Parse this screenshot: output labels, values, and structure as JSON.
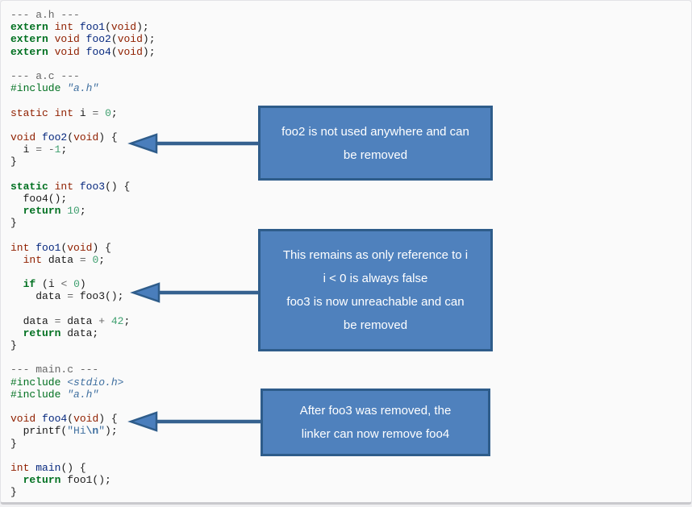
{
  "colors": {
    "callout_fill": "#4f81bd",
    "callout_border": "#2e5c8a",
    "arrow_shaft": "#35618f",
    "arrow_head_fill": "#4a7ebc",
    "arrow_head_border": "#2e5c8a",
    "code_comment": "#666666",
    "code_keyword": "#007020",
    "code_type": "#902000",
    "code_function": "#06287e",
    "code_number": "#40a070",
    "code_string": "#4070a0",
    "code_operator": "#666666",
    "code_plain": "#1a1a1a"
  },
  "callouts": [
    {
      "text": "foo2 is not used anywhere and can\nbe removed"
    },
    {
      "text": "This remains as only reference to i\ni < 0 is always false\nfoo3 is now unreachable and can\nbe removed"
    },
    {
      "text": "After foo3 was removed, the\nlinker can now remove foo4"
    }
  ],
  "code": {
    "lines": [
      [
        [
          "c",
          "--- a.h ---"
        ]
      ],
      [
        [
          "k",
          "extern"
        ],
        [
          "p",
          " "
        ],
        [
          "kt",
          "int"
        ],
        [
          "p",
          " "
        ],
        [
          "nf",
          "foo1"
        ],
        [
          "p",
          "("
        ],
        [
          "kt",
          "void"
        ],
        [
          "p",
          ");"
        ]
      ],
      [
        [
          "k",
          "extern"
        ],
        [
          "p",
          " "
        ],
        [
          "kt",
          "void"
        ],
        [
          "p",
          " "
        ],
        [
          "nf",
          "foo2"
        ],
        [
          "p",
          "("
        ],
        [
          "kt",
          "void"
        ],
        [
          "p",
          ");"
        ]
      ],
      [
        [
          "k",
          "extern"
        ],
        [
          "p",
          " "
        ],
        [
          "kt",
          "void"
        ],
        [
          "p",
          " "
        ],
        [
          "nf",
          "foo4"
        ],
        [
          "p",
          "("
        ],
        [
          "kt",
          "void"
        ],
        [
          "p",
          ");"
        ]
      ],
      [],
      [
        [
          "c",
          "--- a.c ---"
        ]
      ],
      [
        [
          "cp",
          "#include"
        ],
        [
          "p",
          " "
        ],
        [
          "cpf",
          "\"a.h\""
        ]
      ],
      [],
      [
        [
          "kt",
          "static"
        ],
        [
          "p",
          " "
        ],
        [
          "kt",
          "int"
        ],
        [
          "p",
          " i "
        ],
        [
          "o",
          "="
        ],
        [
          "p",
          " "
        ],
        [
          "m",
          "0"
        ],
        [
          "p",
          ";"
        ]
      ],
      [],
      [
        [
          "kt",
          "void"
        ],
        [
          "p",
          " "
        ],
        [
          "nf",
          "foo2"
        ],
        [
          "p",
          "("
        ],
        [
          "kt",
          "void"
        ],
        [
          "p",
          ") {"
        ]
      ],
      [
        [
          "p",
          "  i "
        ],
        [
          "o",
          "="
        ],
        [
          "p",
          " "
        ],
        [
          "o",
          "-"
        ],
        [
          "m",
          "1"
        ],
        [
          "p",
          ";"
        ]
      ],
      [
        [
          "p",
          "}"
        ]
      ],
      [],
      [
        [
          "k",
          "static"
        ],
        [
          "p",
          " "
        ],
        [
          "kt",
          "int"
        ],
        [
          "p",
          " "
        ],
        [
          "nf",
          "foo3"
        ],
        [
          "p",
          "() {"
        ]
      ],
      [
        [
          "p",
          "  foo4();"
        ]
      ],
      [
        [
          "p",
          "  "
        ],
        [
          "k",
          "return"
        ],
        [
          "p",
          " "
        ],
        [
          "m",
          "10"
        ],
        [
          "p",
          ";"
        ]
      ],
      [
        [
          "p",
          "}"
        ]
      ],
      [],
      [
        [
          "kt",
          "int"
        ],
        [
          "p",
          " "
        ],
        [
          "nf",
          "foo1"
        ],
        [
          "p",
          "("
        ],
        [
          "kt",
          "void"
        ],
        [
          "p",
          ") {"
        ]
      ],
      [
        [
          "p",
          "  "
        ],
        [
          "kt",
          "int"
        ],
        [
          "p",
          " data "
        ],
        [
          "o",
          "="
        ],
        [
          "p",
          " "
        ],
        [
          "m",
          "0"
        ],
        [
          "p",
          ";"
        ]
      ],
      [],
      [
        [
          "p",
          "  "
        ],
        [
          "k",
          "if"
        ],
        [
          "p",
          " (i "
        ],
        [
          "o",
          "<"
        ],
        [
          "p",
          " "
        ],
        [
          "m",
          "0"
        ],
        [
          "p",
          ")"
        ]
      ],
      [
        [
          "p",
          "    data "
        ],
        [
          "o",
          "="
        ],
        [
          "p",
          " foo3();"
        ]
      ],
      [],
      [
        [
          "p",
          "  data "
        ],
        [
          "o",
          "="
        ],
        [
          "p",
          " data "
        ],
        [
          "o",
          "+"
        ],
        [
          "p",
          " "
        ],
        [
          "m",
          "42"
        ],
        [
          "p",
          ";"
        ]
      ],
      [
        [
          "p",
          "  "
        ],
        [
          "k",
          "return"
        ],
        [
          "p",
          " data;"
        ]
      ],
      [
        [
          "p",
          "}"
        ]
      ],
      [],
      [
        [
          "c",
          "--- main.c ---"
        ]
      ],
      [
        [
          "cp",
          "#include"
        ],
        [
          "p",
          " "
        ],
        [
          "cpf",
          "<stdio.h>"
        ]
      ],
      [
        [
          "cp",
          "#include"
        ],
        [
          "p",
          " "
        ],
        [
          "cpf",
          "\"a.h\""
        ]
      ],
      [],
      [
        [
          "kt",
          "void"
        ],
        [
          "p",
          " "
        ],
        [
          "nf",
          "foo4"
        ],
        [
          "p",
          "("
        ],
        [
          "kt",
          "void"
        ],
        [
          "p",
          ") {"
        ]
      ],
      [
        [
          "p",
          "  printf("
        ],
        [
          "s",
          "\"Hi"
        ],
        [
          "se",
          "\\n"
        ],
        [
          "s",
          "\""
        ],
        [
          "p",
          ");"
        ]
      ],
      [
        [
          "p",
          "}"
        ]
      ],
      [],
      [
        [
          "kt",
          "int"
        ],
        [
          "p",
          " "
        ],
        [
          "nf",
          "main"
        ],
        [
          "p",
          "() {"
        ]
      ],
      [
        [
          "p",
          "  "
        ],
        [
          "k",
          "return"
        ],
        [
          "p",
          " foo1();"
        ]
      ],
      [
        [
          "p",
          "}"
        ]
      ]
    ]
  }
}
